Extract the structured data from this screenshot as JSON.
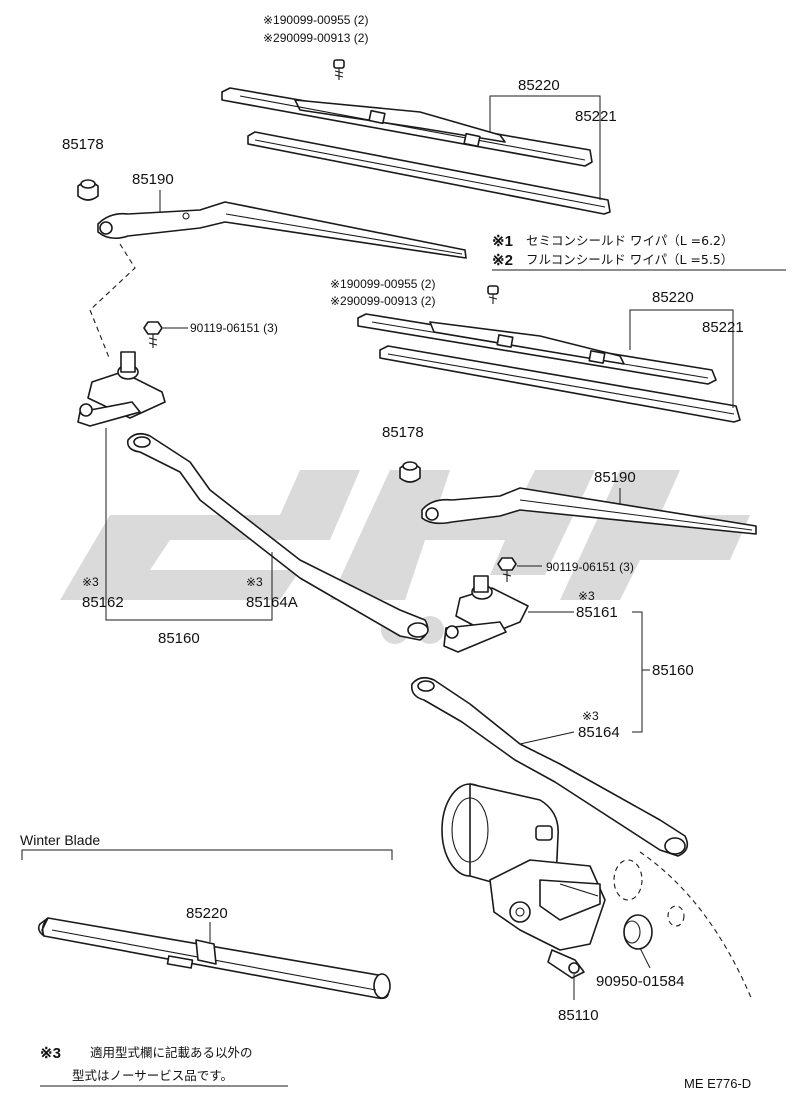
{
  "notes": {
    "n1_mark": "※1",
    "n1_text": "セミコンシールド ワイパ（L =6.2）",
    "n2_mark": "※2",
    "n2_text": "フルコンシールド ワイパ（L =5.5）",
    "n3_mark": "※3",
    "n3_line1": "適用型式欄に記載ある以外の",
    "n3_line2": "型式はノーサービス品です。"
  },
  "top_group": {
    "screw_line1": "※190099-00955 (2)",
    "screw_line2": "※290099-00913 (2)",
    "blade": "85220",
    "blade_rubber": "85221",
    "cap": "85178",
    "arm": "85190",
    "bolt": "90119-06151 (3)",
    "link_mark": "※3",
    "link": "85162",
    "rod_mark": "※3",
    "rod": "85164A",
    "link_assy": "85160"
  },
  "mid_group": {
    "screw_line1": "※190099-00955 (2)",
    "screw_line2": "※290099-00913 (2)",
    "blade": "85220",
    "blade_rubber": "85221",
    "cap": "85178",
    "arm": "85190",
    "bolt": "90119-06151 (3)",
    "link_mark": "※3",
    "link": "85161",
    "link_assy": "85160",
    "rod_mark": "※3",
    "rod": "85164"
  },
  "winter": {
    "title": "Winter Blade",
    "blade": "85220"
  },
  "motor": {
    "cap_part": "90950-01584",
    "motor_part": "85110"
  },
  "ref_code": "ME E776-D"
}
